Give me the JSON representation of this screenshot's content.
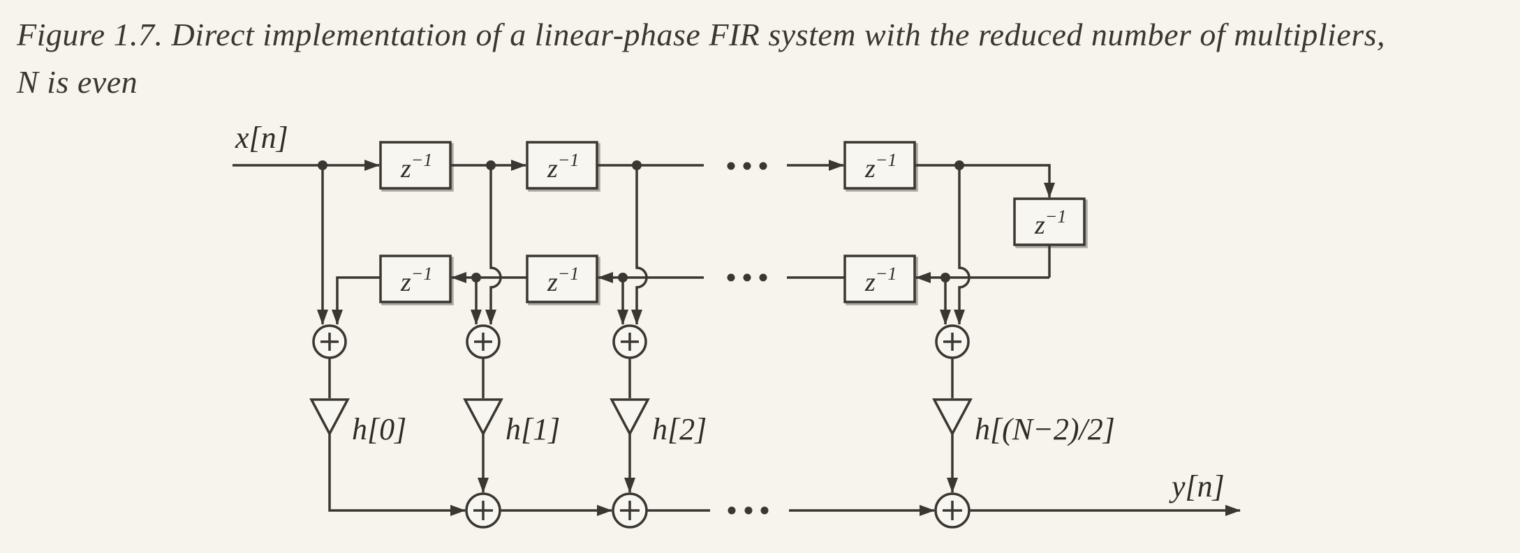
{
  "caption": {
    "line1": "Figure 1.7. Direct implementation of a linear-phase FIR system with the reduced number of multipliers,",
    "line2": "N is even"
  },
  "colors": {
    "background": "#f6f4ed",
    "ink": "#3a3631"
  },
  "diagram": {
    "input_label": "x[n]",
    "output_label": "y[n]",
    "delay_base": "z",
    "delay_exp": "−1",
    "adder_symbol": "+",
    "multipliers": [
      {
        "label": "h[0]"
      },
      {
        "label": "h[1]"
      },
      {
        "label": "h[2]"
      },
      {
        "label": "h[(N−2)/2]"
      }
    ]
  }
}
